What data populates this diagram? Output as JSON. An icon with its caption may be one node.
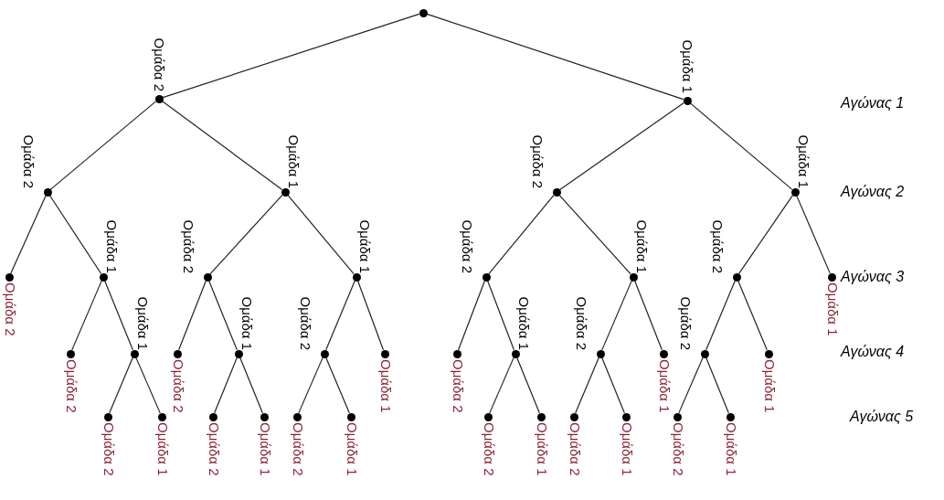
{
  "diagram": {
    "nodes": [
      {
        "text": [],
        "shape": "circle"
      },
      {
        "text": [],
        "shape": "circle"
      },
      {
        "text": [],
        "shape": "circle"
      },
      {
        "text": [],
        "shape": "circle"
      },
      {
        "text": [],
        "shape": "circle"
      },
      {
        "text": [],
        "shape": "circle"
      },
      {
        "text": [],
        "shape": "circle"
      },
      {
        "text": [],
        "shape": "circle",
        "beside": [
          "Ομάδα 2"
        ]
      },
      {
        "text": [],
        "shape": "circle"
      },
      {
        "text": [],
        "shape": "circle"
      },
      {
        "text": [],
        "shape": "circle"
      },
      {
        "text": [],
        "shape": "circle"
      },
      {
        "text": [],
        "shape": "circle"
      },
      {
        "text": [],
        "shape": "circle"
      },
      {
        "text": [],
        "shape": "circle",
        "beside": [
          "Ομάδα 1"
        ]
      },
      {
        "text": [],
        "shape": "circle",
        "beside": [
          "Ομάδα 2"
        ]
      },
      {
        "text": [],
        "shape": "circle"
      },
      {
        "text": [],
        "shape": "circle",
        "beside": [
          "Ομάδα 2"
        ]
      },
      {
        "text": [],
        "shape": "circle"
      },
      {
        "text": [],
        "shape": "circle"
      },
      {
        "text": [],
        "shape": "circle",
        "beside": [
          "Ομάδα 1"
        ]
      },
      {
        "text": [],
        "shape": "circle",
        "beside": [
          "Ομάδα 2"
        ]
      },
      {
        "text": [],
        "shape": "circle"
      },
      {
        "text": [],
        "shape": "circle"
      },
      {
        "text": [],
        "shape": "circle",
        "beside": [
          "Ομάδα 1"
        ]
      },
      {
        "text": [],
        "shape": "circle"
      },
      {
        "text": [],
        "shape": "circle",
        "beside": [
          "Ομάδα 1"
        ]
      },
      {
        "text": [],
        "shape": "circle",
        "beside": [
          "Ομάδα 2"
        ]
      },
      {
        "text": [],
        "shape": "circle",
        "beside": [
          "Ομάδα 1"
        ]
      },
      {
        "text": [],
        "shape": "circle",
        "beside": [
          "Ομάδα 2"
        ]
      },
      {
        "text": [],
        "shape": "circle",
        "beside": [
          "Ομάδα 1"
        ]
      },
      {
        "text": [],
        "shape": "circle",
        "beside": [
          "Ομάδα 2"
        ]
      },
      {
        "text": [],
        "shape": "circle",
        "beside": [
          "Ομάδα 1"
        ]
      },
      {
        "text": [],
        "shape": "circle",
        "beside": [
          "Ομάδα 2"
        ]
      },
      {
        "text": [],
        "shape": "circle",
        "beside": [
          "Ομάδα 1"
        ]
      },
      {
        "text": [],
        "shape": "circle",
        "beside": [
          "Ομάδα 2"
        ]
      },
      {
        "text": [],
        "shape": "circle",
        "beside": [
          "Ομάδα 1"
        ]
      },
      {
        "text": [],
        "shape": "circle",
        "beside": [
          "Ομάδα 2"
        ]
      },
      {
        "text": [],
        "shape": "circle",
        "beside": [
          "Ομάδα 1"
        ]
      }
    ],
    "edges": [
      {
        "from": 0,
        "to": 1,
        "arrow": "none",
        "label": "Ομάδα 2"
      },
      {
        "from": 0,
        "to": 2,
        "arrow": "none",
        "label": "Ομάδα 1"
      },
      {
        "from": 1,
        "to": 3,
        "arrow": "none",
        "label": "Ομάδα 2"
      },
      {
        "from": 1,
        "to": 4,
        "arrow": "none",
        "label": "Ομάδα 1"
      },
      {
        "from": 2,
        "to": 5,
        "arrow": "none",
        "label": "Ομάδα 2"
      },
      {
        "from": 2,
        "to": 6,
        "arrow": "none",
        "label": "Ομάδα 1"
      },
      {
        "from": 3,
        "to": 7,
        "arrow": "none"
      },
      {
        "from": 3,
        "to": 8,
        "arrow": "none",
        "label": "Ομάδα 1"
      },
      {
        "from": 4,
        "to": 9,
        "arrow": "none",
        "label": "Ομάδα 2"
      },
      {
        "from": 4,
        "to": 10,
        "arrow": "none",
        "label": "Ομάδα 1"
      },
      {
        "from": 5,
        "to": 11,
        "arrow": "none",
        "label": "Ομάδα 2"
      },
      {
        "from": 5,
        "to": 12,
        "arrow": "none",
        "label": "Ομάδα 1"
      },
      {
        "from": 6,
        "to": 13,
        "arrow": "none",
        "label": "Ομάδα 2"
      },
      {
        "from": 6,
        "to": 14,
        "arrow": "none"
      },
      {
        "from": 8,
        "to": 15,
        "arrow": "none"
      },
      {
        "from": 8,
        "to": 16,
        "arrow": "none",
        "label": "Ομάδα 1"
      },
      {
        "from": 9,
        "to": 17,
        "arrow": "none"
      },
      {
        "from": 9,
        "to": 18,
        "arrow": "none",
        "label": "Ομάδα 1"
      },
      {
        "from": 10,
        "to": 19,
        "arrow": "none",
        "label": "Ομάδα 2"
      },
      {
        "from": 10,
        "to": 20,
        "arrow": "none"
      },
      {
        "from": 11,
        "to": 21,
        "arrow": "none"
      },
      {
        "from": 11,
        "to": 22,
        "arrow": "none",
        "label": "Ομάδα 1"
      },
      {
        "from": 12,
        "to": 23,
        "arrow": "none",
        "label": "Ομάδα 2"
      },
      {
        "from": 12,
        "to": 24,
        "arrow": "none"
      },
      {
        "from": 13,
        "to": 25,
        "arrow": "none",
        "label": "Ομάδα 2"
      },
      {
        "from": 13,
        "to": 26,
        "arrow": "none"
      },
      {
        "from": 16,
        "to": 27,
        "arrow": "none"
      },
      {
        "from": 16,
        "to": 28,
        "arrow": "none"
      },
      {
        "from": 18,
        "to": 29,
        "arrow": "none"
      },
      {
        "from": 18,
        "to": 30,
        "arrow": "none"
      },
      {
        "from": 19,
        "to": 31,
        "arrow": "none"
      },
      {
        "from": 19,
        "to": 32,
        "arrow": "none"
      },
      {
        "from": 22,
        "to": 33,
        "arrow": "none"
      },
      {
        "from": 22,
        "to": 34,
        "arrow": "none"
      },
      {
        "from": 23,
        "to": 35,
        "arrow": "none"
      },
      {
        "from": 23,
        "to": 36,
        "arrow": "none"
      },
      {
        "from": 25,
        "to": 37,
        "arrow": "none"
      },
      {
        "from": 25,
        "to": 38,
        "arrow": "none"
      }
    ],
    "labels": [
      "Αγώνας 1",
      "Αγώνας 2",
      "Αγώνας 3",
      "Αγώνας 4",
      "Αγώνας 5"
    ]
  }
}
